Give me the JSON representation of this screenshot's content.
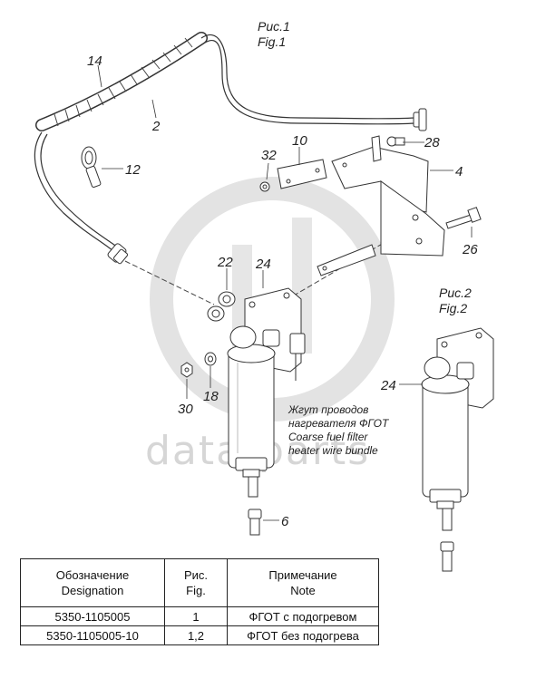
{
  "figures": {
    "fig1_ru": "Рис.1",
    "fig1_en": "Fig.1",
    "fig2_ru": "Рис.2",
    "fig2_en": "Fig.2"
  },
  "callouts": [
    "14",
    "2",
    "12",
    "32",
    "10",
    "28",
    "4",
    "26",
    "22",
    "24",
    "30",
    "18",
    "6",
    "24"
  ],
  "wire_label": {
    "line1": "Жгут проводов",
    "line2": "нагревателя ФГОТ",
    "line3": "Coarse fuel filter",
    "line4": "heater wire bundle"
  },
  "watermark": "data-parts",
  "table": {
    "headers": {
      "designation_ru": "Обозначение",
      "designation_en": "Designation",
      "fig_ru": "Рис.",
      "fig_en": "Fig.",
      "note_ru": "Примечание",
      "note_en": "Note"
    },
    "rows": [
      {
        "designation": "5350-1105005",
        "fig": "1",
        "note": "ФГОТ с подогревом"
      },
      {
        "designation": "5350-1105005-10",
        "fig": "1,2",
        "note": "ФГОТ без подогрева"
      }
    ]
  }
}
